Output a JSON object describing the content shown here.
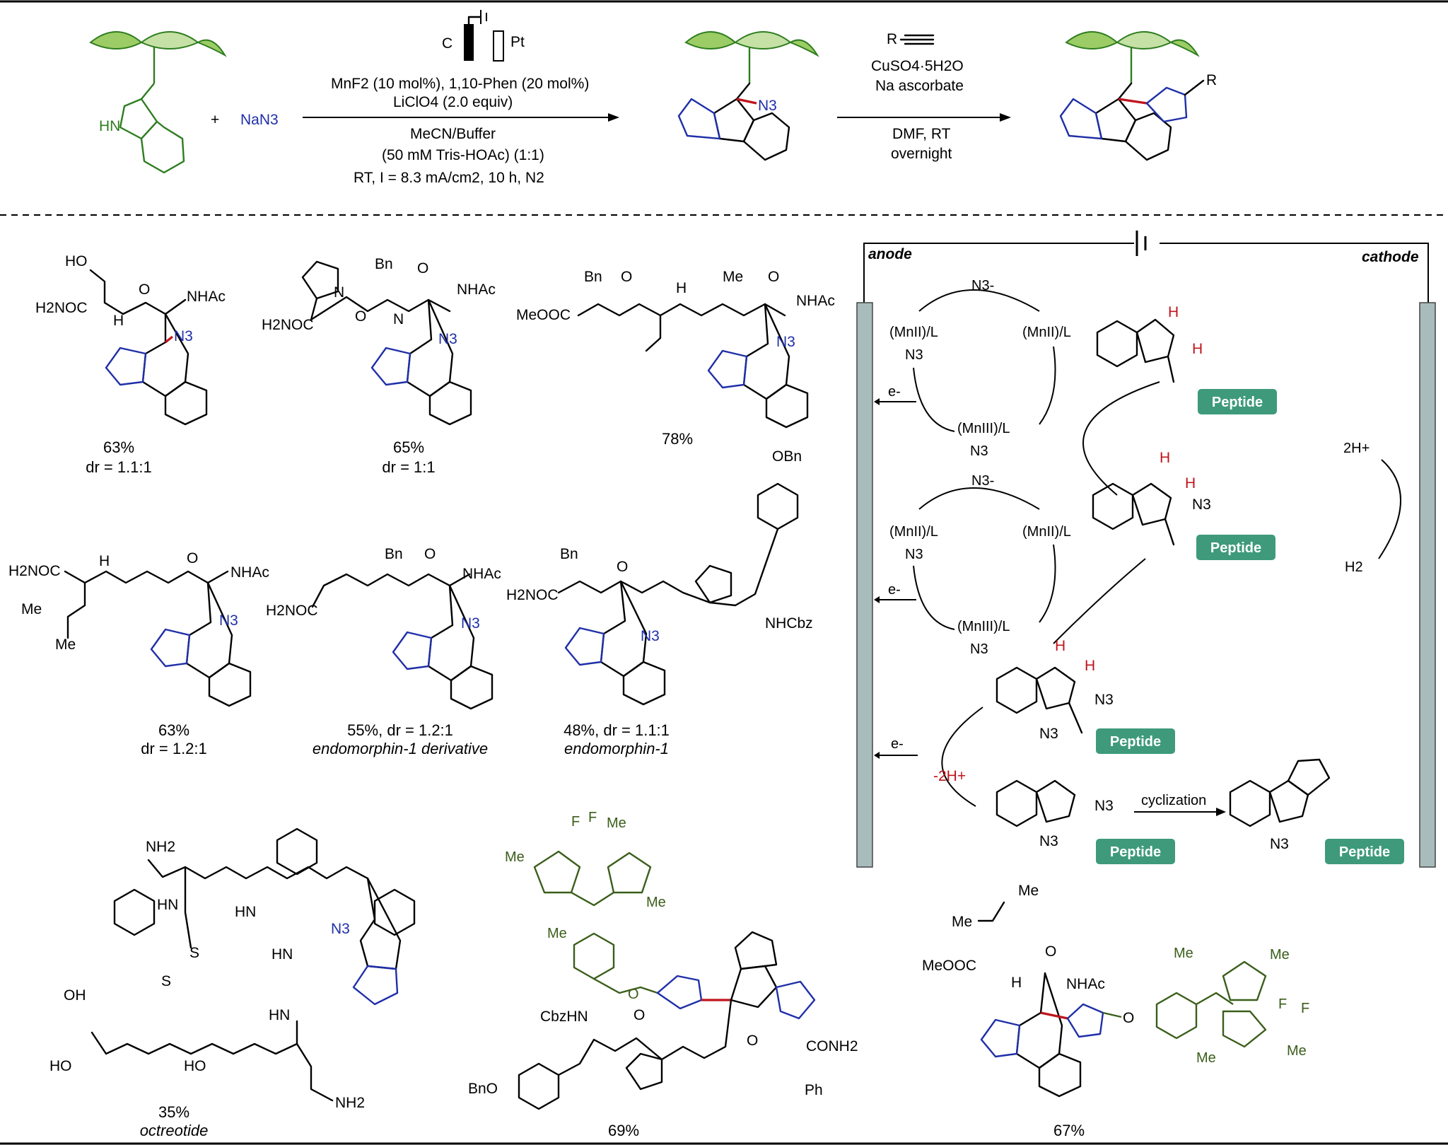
{
  "reaction": {
    "reagent_plus": "+",
    "reagent_nan3": "NaN3",
    "electrode_c": "C",
    "electrode_pt": "Pt",
    "cond_line1": "MnF2 (10 mol%), 1,10-Phen (20 mol%)",
    "cond_line2": "LiClO4 (2.0 equiv)",
    "cond_line3": "MeCN/Buffer",
    "cond_line4": "(50 mM Tris-HOAc) (1:1)",
    "cond_line5": "RT, I = 8.3 mA/cm2, 10 h, N2",
    "click_alkyne": "R",
    "click_line1": "CuSO4·5H2O",
    "click_line2": "Na ascorbate",
    "click_line3": "DMF, RT",
    "click_line4": "overnight",
    "product_r": "R"
  },
  "products": [
    {
      "yield": "63%",
      "dr": "dr = 1.1:1",
      "note": ""
    },
    {
      "yield": "65%",
      "dr": "dr = 1:1",
      "note": ""
    },
    {
      "yield": "78%",
      "dr": "",
      "note": ""
    },
    {
      "yield": "63%",
      "dr": "dr = 1.2:1",
      "note": ""
    },
    {
      "yield": "55%, dr = 1.2:1",
      "dr": "",
      "note": "endomorphin-1 derivative"
    },
    {
      "yield": "48%, dr = 1.1:1",
      "dr": "",
      "note": "endomorphin-1"
    },
    {
      "yield": "35%",
      "dr": "",
      "note": "octreotide"
    },
    {
      "yield": "69%",
      "dr": "",
      "note": ""
    },
    {
      "yield": "67%",
      "dr": "",
      "note": ""
    }
  ],
  "mechanism": {
    "anode": "anode",
    "cathode": "cathode",
    "mn2_l": "(MnII)/L",
    "mn3_l": "(MnIII)/L",
    "n3": "N3",
    "n3_minus": "N3-",
    "electron": "e-",
    "h2": "H2",
    "two_h_plus": "2H+",
    "minus_two_h_plus": "-2H+",
    "cyclization": "cyclization",
    "peptide": "Peptide"
  },
  "colors": {
    "peptide_chain": "#2e7d1f",
    "azide": "#1f2fa8",
    "new_bond": "#c0141c",
    "peptide_tag": "#3e9a7a",
    "electrode": "#a9bcbc",
    "bodipy": "#3a5e1a"
  }
}
